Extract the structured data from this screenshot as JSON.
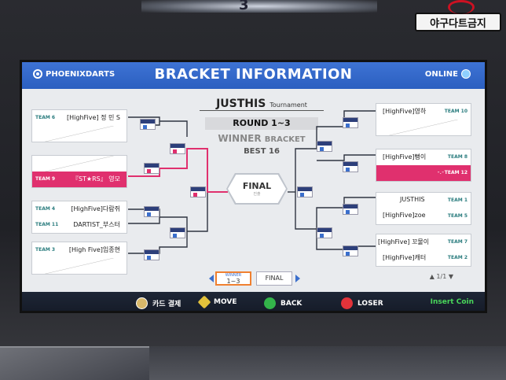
{
  "cabinet": {
    "top_number": "3",
    "sticker_text": "야구다트금지"
  },
  "header": {
    "brand": "PHOENIXDARTS",
    "title": "BRACKET INFORMATION",
    "status": "ONLINE"
  },
  "tournament": {
    "name": "JUSTHIS",
    "type": "Tournament",
    "round": "ROUND 1~3",
    "bracket_main": "WINNER",
    "bracket_suffix": "BRACKET",
    "best": "BEST 16",
    "final_label": "FINAL",
    "final_sub": "진출"
  },
  "left": [
    {
      "rows": [
        {
          "team": "TEAM 6",
          "player": "[HighFive] 정 민 S"
        },
        {
          "team": "",
          "player": ""
        }
      ]
    },
    {
      "rows": [
        {
          "team": "",
          "player": ""
        },
        {
          "team": "TEAM 9",
          "player": "『ST★RS』 영모"
        }
      ]
    },
    {
      "rows": [
        {
          "team": "TEAM 4",
          "player": "[HighFive]다람쥐"
        },
        {
          "team": "TEAM 11",
          "player": "DARTIST_부스터"
        }
      ]
    },
    {
      "rows": [
        {
          "team": "TEAM 3",
          "player": "[High Five]임종현"
        },
        {
          "team": "",
          "player": ""
        }
      ]
    }
  ],
  "right": [
    {
      "rows": [
        {
          "team": "TEAM 10",
          "player": "[HighFive]영하"
        },
        {
          "team": "",
          "player": ""
        }
      ]
    },
    {
      "rows": [
        {
          "team": "TEAM 8",
          "player": "[HighFive]뻥이"
        },
        {
          "team": "TEAM 12",
          "player": "-.-"
        }
      ]
    },
    {
      "rows": [
        {
          "team": "TEAM 1",
          "player": "JUSTHIS"
        },
        {
          "team": "TEAM 5",
          "player": "[HighFive]zoe"
        }
      ]
    },
    {
      "rows": [
        {
          "team": "TEAM 7",
          "player": "[HighFive] 꼬물이"
        },
        {
          "team": "TEAM 2",
          "player": "[HighFive]캐터"
        }
      ]
    }
  ],
  "nav": {
    "winner_small": "WINNER",
    "winner_range": "1~3",
    "final": "FINAL",
    "pager": "▲ 1/1 ▼"
  },
  "footer": {
    "card": "카드 결제",
    "move": "MOVE",
    "back": "BACK",
    "loser": "LOSER",
    "insert": "Insert Coin"
  },
  "colors": {
    "header": "#2b5fc0",
    "highlight": "#e0306e",
    "final_border": "#f08030"
  }
}
